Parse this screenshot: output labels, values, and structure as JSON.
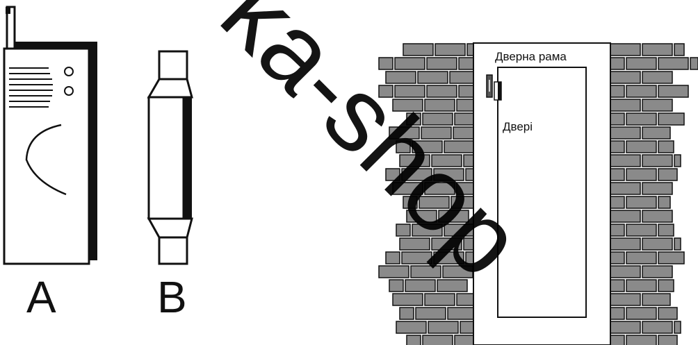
{
  "labels": {
    "device_a": "A",
    "device_b": "B",
    "door_frame": "Дверна рама",
    "door": "Дверi"
  },
  "watermark": {
    "text": "ka-shop"
  }
}
